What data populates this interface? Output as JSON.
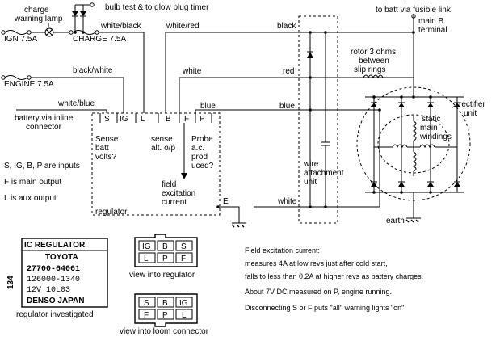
{
  "labels": {
    "charge_warning_lamp": [
      "charge",
      "warning lamp"
    ],
    "bulb_test": "bulb test & to glow plug timer",
    "to_batt": "to batt via fusible link",
    "main_b": [
      "main B",
      "terminal"
    ],
    "ign_fuse": "IGN 7.5A",
    "charge_fuse": "CHARGE 7.5A",
    "engine_fuse": "ENGINE 7.5A",
    "white_black": "white/black",
    "white_red": "white/red",
    "black_white": "black/white",
    "white_blue": "white/blue",
    "battery_inline": [
      "battery via inline",
      "connector"
    ],
    "black": "black",
    "red": "red",
    "white": "white",
    "blue": "blue",
    "white_bottom": "white",
    "rotor": [
      "rotor 3 ohms",
      "between",
      "slip rings"
    ],
    "rectifier": [
      "rectifier",
      "unit"
    ],
    "static_windings": [
      "static",
      "main",
      "windings"
    ],
    "wire_attachment": [
      "wire",
      "attachment",
      "unit"
    ],
    "earth": "earth",
    "terminals": {
      "S": "S",
      "IG": "IG",
      "L": "L",
      "B": "B",
      "F": "F",
      "P": "P",
      "E": "E"
    },
    "sense_batt": [
      "Sense",
      "batt",
      "volts?"
    ],
    "sense_alt": [
      "sense",
      "alt. o/p"
    ],
    "probe": [
      "Probe",
      "a.c.",
      "prod",
      "uced?"
    ],
    "field_excitation": [
      "field",
      "excitation",
      "current"
    ],
    "regulator": "regulator",
    "inputs_note": [
      "S, IG, B, P are inputs",
      "F is main output",
      "L is aux output"
    ]
  },
  "ic_label": {
    "side": "134",
    "title": "IC   REGULATOR",
    "brand": "TOYOTA",
    "part": "27700-64061",
    "code": "126000-1340",
    "volt": "12V     10L03",
    "maker": "DENSO  JAPAN",
    "caption": "regulator investigated"
  },
  "connector_regulator": {
    "top": [
      "IG",
      "B",
      "S"
    ],
    "bottom": [
      "L",
      "P",
      "F"
    ],
    "caption": "view into regulator"
  },
  "connector_loom": {
    "top": [
      "S",
      "B",
      "IG"
    ],
    "bottom": [
      "F",
      "P",
      "L"
    ],
    "caption": "view into loom connector"
  },
  "notes": {
    "heading": "Field excitation current:",
    "line1": "measures 4A at low revs just after cold start,",
    "line2": "falls to less than 0.2A at higher revs as battery charges.",
    "line3": "About 7V DC measured on P, engine running.",
    "line4": "Disconnecting S or F puts \"all\" warning lights \"on\"."
  }
}
